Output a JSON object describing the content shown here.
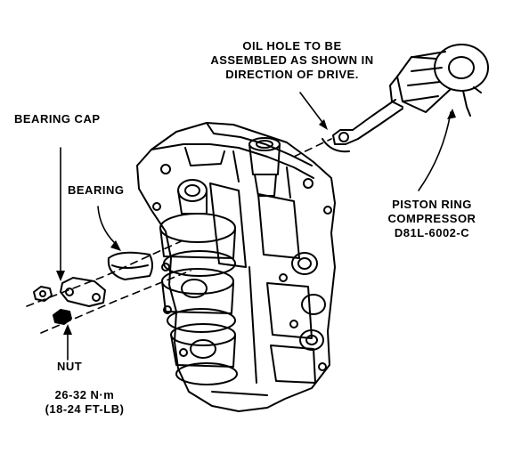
{
  "labels": {
    "oil_hole_line1": "OIL HOLE TO BE",
    "oil_hole_line2": "ASSEMBLED AS SHOWN IN",
    "oil_hole_line3": "DIRECTION OF DRIVE.",
    "bearing_cap": "BEARING CAP",
    "bearing": "BEARING",
    "piston_ring_line1": "PISTON RING",
    "piston_ring_line2": "COMPRESSOR",
    "piston_ring_line3": "D81L-6002-C",
    "nut": "NUT",
    "torque_line1": "26-32 N·m",
    "torque_line2": "(18-24 FT-LB)"
  }
}
